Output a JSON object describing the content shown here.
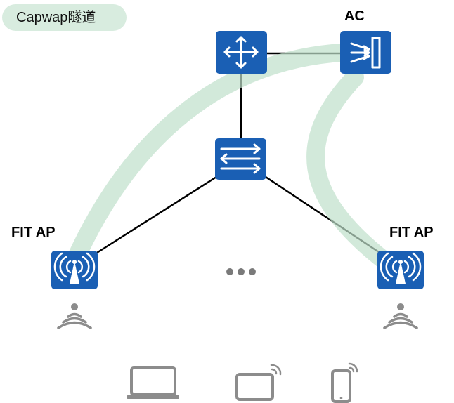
{
  "legend": {
    "tunnel_label": "Capwap隧道"
  },
  "nodes": {
    "ac": {
      "label": "AC",
      "icon": "ac-controller-icon"
    },
    "router": {
      "label": "",
      "icon": "router-icon"
    },
    "switch": {
      "label": "",
      "icon": "switch-icon"
    },
    "ap_left": {
      "label": "FIT AP",
      "icon": "wireless-ap-icon"
    },
    "ap_right": {
      "label": "FIT AP",
      "icon": "wireless-ap-icon"
    }
  },
  "clients": [
    "laptop-icon",
    "tablet-icon",
    "phone-icon"
  ],
  "colors": {
    "device_blue": "#1a5fb4",
    "tunnel_green": "#d8ecdf",
    "link_black": "#000000",
    "gray_icon": "#8c8c8c"
  }
}
